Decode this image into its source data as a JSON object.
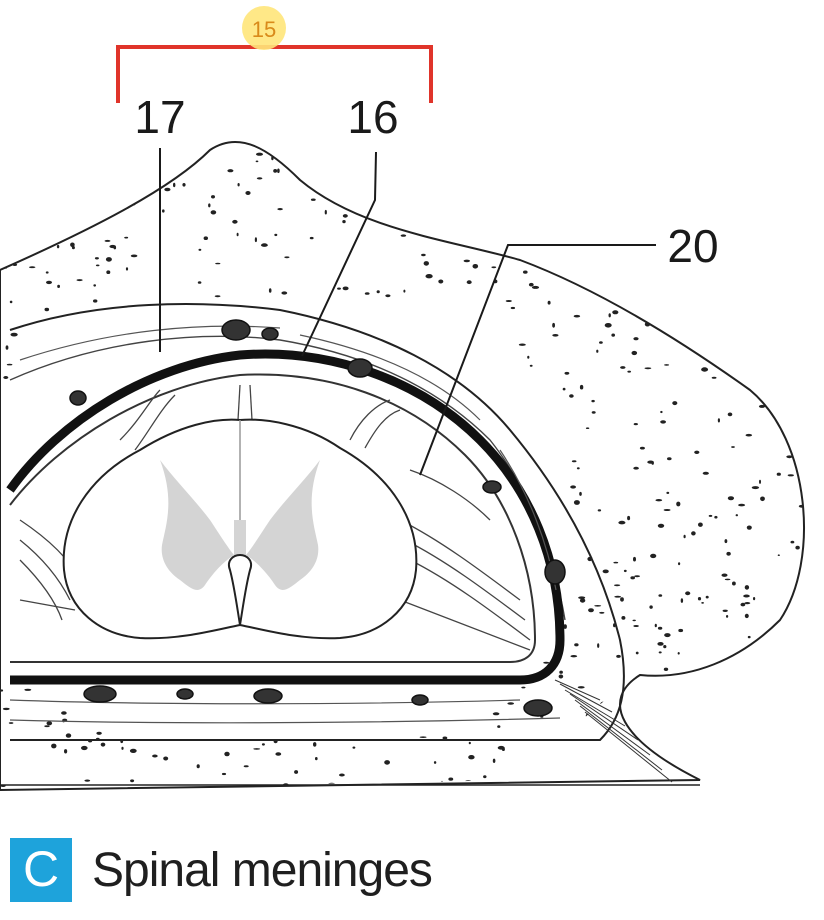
{
  "figure": {
    "labels": {
      "l15": "15",
      "l16": "16",
      "l17": "17",
      "l20": "20"
    },
    "colors": {
      "bracket": "#e0342a",
      "badge": "#ffe57a",
      "badge_text": "#d98a1a",
      "gray_matter": "#d4d4d4",
      "dura": "#111111"
    }
  },
  "caption": {
    "letter": "C",
    "text": "Spinal meninges",
    "letter_bg": "#1ea3db"
  }
}
